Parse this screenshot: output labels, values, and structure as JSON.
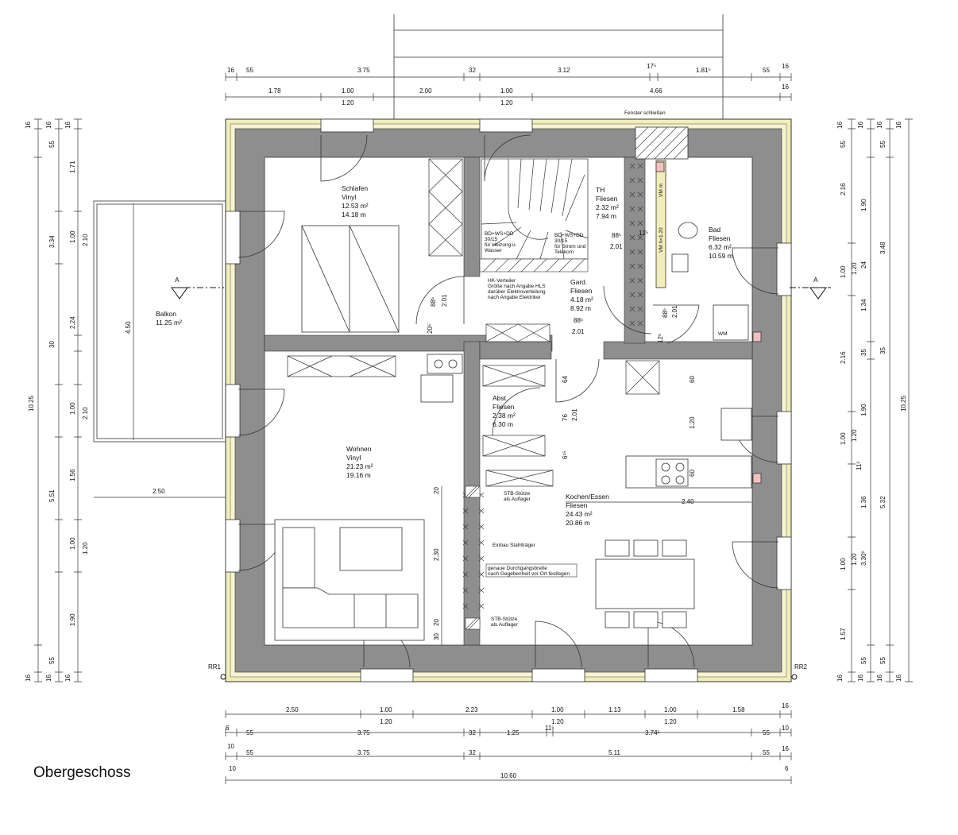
{
  "title": "Obergeschoss",
  "section_marker": "A",
  "corner_labels": {
    "left": "RR1",
    "right": "RR2"
  },
  "rooms": {
    "schlafen": {
      "name": "Schlafen",
      "floor": "Vinyl",
      "area": "12.53 m²",
      "perimeter": "14.18 m"
    },
    "th": {
      "name": "TH",
      "floor": "Fliesen",
      "area": "2.32 m²",
      "perimeter": "7.94 m"
    },
    "bad": {
      "name": "Bad",
      "floor": "Fliesen",
      "area": "6.32 m²",
      "perimeter": "10.59 m"
    },
    "gard": {
      "name": "Gard.",
      "floor": "Fliesen",
      "area": "4.18 m²",
      "perimeter": "8.92 m"
    },
    "balkon": {
      "name": "Balkon",
      "area": "11.25 m²"
    },
    "abst": {
      "name": "Abst.",
      "floor": "Fliesen",
      "area": "2.38 m²",
      "perimeter": "6.30 m"
    },
    "wohnen": {
      "name": "Wohnen",
      "floor": "Vinyl",
      "area": "21.23 m²",
      "perimeter": "19.16 m"
    },
    "kochen": {
      "name": "Kochen/Essen",
      "floor": "Fliesen",
      "area": "24.43 m²",
      "perimeter": "20.86 m"
    }
  },
  "notes": {
    "fenster": "Fenster schließen",
    "shaft_left": [
      "BD+WS+DD",
      "30/15",
      "für Heizung u.",
      "Wasser"
    ],
    "shaft_right": [
      "BD+WS+DD",
      "30/15",
      "für Strom und",
      "Telekom"
    ],
    "hk": [
      "HK-Verteiler",
      "Größe nach Angabe HLS",
      "darüber Elektroverteilung",
      "nach Angabe Elektriker"
    ],
    "stb_top": [
      "STB-Stütze",
      "als Auflager"
    ],
    "stb_bottom": [
      "STB-Stütze",
      "als Auflager"
    ],
    "einbau": "Einbau Stahlträger",
    "durchgang": [
      "genaue Durchgangsbreite",
      "nach Gegebenheit vor Ort festlegen"
    ],
    "wm": "WM",
    "vm": "VM h=1.20",
    "vm2": "VM m"
  },
  "dims": {
    "top1": [
      "16",
      "55",
      "3.75",
      "32",
      "3.12",
      "17⁵",
      "1.81⁵",
      "55",
      "16"
    ],
    "top2": [
      "1.78",
      "1.00",
      "1.20",
      "2.00",
      "1.00",
      "1.20",
      "4.66",
      "16"
    ],
    "bottom1": [
      "2.50",
      "1.00",
      "1.20",
      "2.23",
      "1.00",
      "1.20",
      "1.13",
      "1.00",
      "1.20",
      "1.58",
      "16"
    ],
    "bottom2": [
      "6",
      "55",
      "3.75",
      "32",
      "1.25",
      "11⁵",
      "3.74⁵",
      "55",
      "10"
    ],
    "bottom3": [
      "10",
      "55",
      "3.75",
      "32",
      "5.11",
      "55",
      "16"
    ],
    "bottom4": [
      "10",
      "10.60",
      "6"
    ],
    "left_outer": [
      "16",
      "55",
      "3.34",
      "5.51",
      "55",
      "16",
      "10.25"
    ],
    "left_mid": [
      "16",
      "1.71",
      "1.00",
      "2.24",
      "30",
      "1.00",
      "1.56",
      "1.00",
      "1.90",
      "16"
    ],
    "left_inner": [
      "16",
      "2.10",
      "2.10",
      "1.20",
      "16"
    ],
    "right_1": [
      "16",
      "55",
      "2.16",
      "1.00",
      "2.16",
      "1.00",
      "1.00",
      "1.57",
      "16"
    ],
    "right_2": [
      "16",
      "1.90",
      "1.20",
      "1.34",
      "35",
      "1.90",
      "1.20",
      "11⁵",
      "1.36",
      "1.20",
      "55",
      "16"
    ],
    "right_3": [
      "16",
      "55",
      "3.48",
      "24",
      "35",
      "5.32",
      "3.30⁵",
      "55",
      "16"
    ],
    "right_4": [
      "16",
      "10.25",
      "16"
    ],
    "interior": {
      "balkon_h": "4.50",
      "balkon_w": "2.50",
      "kochen_w": "2.40",
      "d1": "88⁵",
      "d2": "2.01",
      "d3": "88⁵",
      "d4": "2.01",
      "d5": "88⁵",
      "d6": "2.01",
      "d7": "88⁵",
      "d8": "2.01",
      "d9": "12⁵",
      "d10": "64",
      "d11": "76",
      "d12": "2.01",
      "d13": "6¹⁵",
      "d14": "60",
      "d15": "1.20",
      "d16": "60",
      "d17": "20",
      "d18": "2.30",
      "d19": "30",
      "d20": "20",
      "d21": "20⁵",
      "d22": "12⁵"
    }
  }
}
